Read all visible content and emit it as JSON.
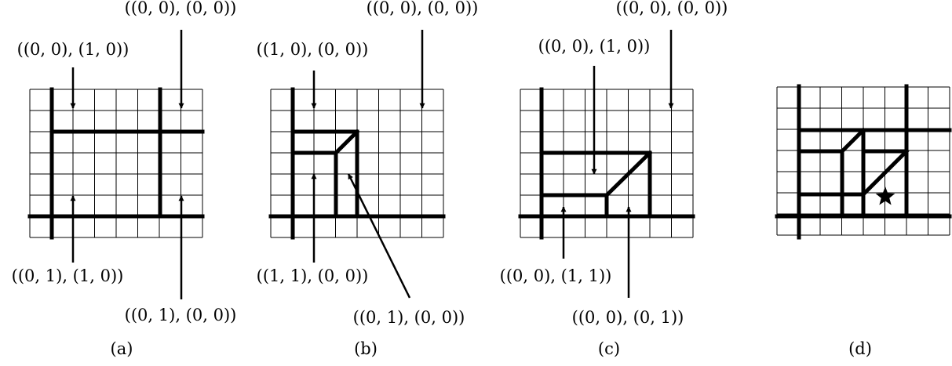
{
  "panels": [
    {
      "caption": "(a)",
      "labels": [
        "((0, 0), (0, 0))",
        "((0, 0), (1, 0))",
        "((0, 1), (1, 0))",
        "((0, 1), (0, 0))"
      ]
    },
    {
      "caption": "(b)",
      "labels": [
        "((1, 0), (0, 0))",
        "((0, 0), (0, 0))",
        "((1, 1), (0, 0))",
        "((0, 1), (0, 0))"
      ]
    },
    {
      "caption": "(c)",
      "labels": [
        "((0, 0), (1, 0))",
        "((0, 0), (0, 0))",
        "((0, 0), (1, 1))",
        "((0, 0), (0, 1))"
      ]
    },
    {
      "caption": "(d)",
      "labels": []
    }
  ]
}
